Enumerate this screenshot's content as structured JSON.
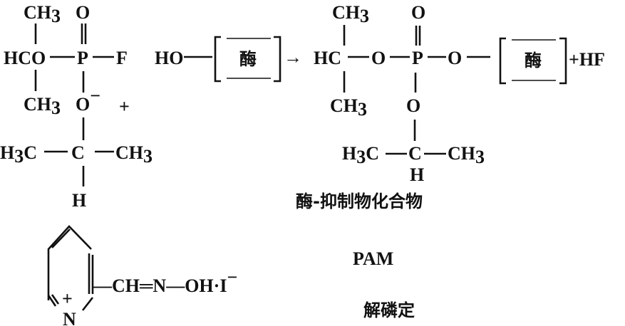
{
  "reactant_sarin": {
    "ch3_top": "CH",
    "ch3_top_sub": "3",
    "o_top": "O",
    "main_row": "HCO",
    "p": "P",
    "f": "F",
    "ch3_bottom": "CH",
    "ch3_bottom_sub": "3",
    "o_minus": "O",
    "o_minus_charge": "−",
    "plus": "+",
    "h3c": "H",
    "h3c_sub": "3",
    "h3c_c": "C",
    "c_center": "C",
    "ch3_right": "CH",
    "ch3_right_sub": "3",
    "h_bottom": "H"
  },
  "enzyme": {
    "ho": "HO",
    "enzyme_label": "酶",
    "arrow": "→"
  },
  "product": {
    "ch3_top": "CH",
    "ch3_top_sub": "3",
    "o_top": "O",
    "hc": "HC",
    "o1": "O",
    "p": "P",
    "o2": "O",
    "enzyme_label": "酶",
    "plus_hf": "+HF",
    "ch3_bottom": "CH",
    "ch3_bottom_sub": "3",
    "o_bottom": "O",
    "h3c": "H",
    "h3c_sub": "3",
    "h3c_c": "C",
    "c_center": "C",
    "ch3_right": "CH",
    "ch3_right_sub": "3",
    "h_bottom": "H",
    "caption": "酶-抑制物化合物"
  },
  "pam": {
    "ring_plus": "+",
    "ring_n": "N",
    "substituent": "—CH═N—OH·I",
    "substituent_charge": "−",
    "name": "PAM",
    "chinese_name": "解磷定"
  }
}
